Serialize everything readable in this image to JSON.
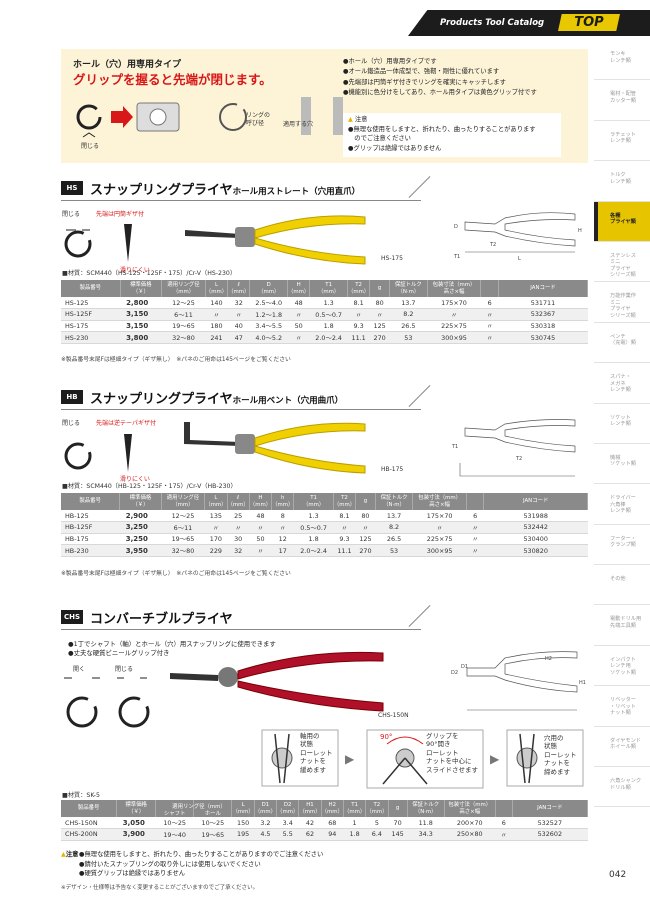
{
  "header": {
    "catalog_label": "Products Tool Catalog",
    "logo": "TOP"
  },
  "sidebar": {
    "items": [
      {
        "label": "モンキ\nレンチ類"
      },
      {
        "label": "電材・配管\nカッター類"
      },
      {
        "label": "ラチェット\nレンチ類"
      },
      {
        "label": "トルク\nレンチ類"
      },
      {
        "label": "各種\nプライヤ類",
        "active": true
      },
      {
        "label": "ステンレス\nミニ\nプライヤ\nシリーズ類"
      },
      {
        "label": "万能作業作\nミニ\nプライヤ\nシリーズ類"
      },
      {
        "label": "ペンチ\n（充電）類"
      },
      {
        "label": "スパナ・\nメガネ\nレンチ類"
      },
      {
        "label": "ソケット\nレンチ類"
      },
      {
        "label": "機械\nソケット類"
      },
      {
        "label": "ドライバー\n六角棒\nレンチ類"
      },
      {
        "label": "フーター・\nクランプ類"
      },
      {
        "label": "その他"
      },
      {
        "label": "電動ドリル用\n先端工具類"
      },
      {
        "label": "インパクト\nレンチ用\nソケット類"
      },
      {
        "label": "リベッター\n・リベット\nナット類"
      },
      {
        "label": "ダイヤモンド\nホイール類"
      },
      {
        "label": "六角シャンク\nドリル類"
      }
    ]
  },
  "intro": {
    "subtitle": "ホール（穴）用専用タイプ",
    "headline": "グリップを握ると先端が閉じます。",
    "close_label": "閉じる",
    "ring_label": "リングの\n呼び径",
    "hole_label": "適用する穴",
    "bullets": [
      "●ホール（穴）用専用タイプです",
      "●オール鍛造品一体成型で、強靭・剛性に優れています",
      "●先端部は円筒ギザ付きでリングを確実にキャッチします",
      "●機能別に色分けをしてあり、ホール用タイプは黄色グリップ付です"
    ],
    "caution_title": "注意",
    "caution_items": [
      "●無理な使用をしますと、折れたり、曲ったりすることがあります\n　のでご注意ください",
      "●グリップは絶縁ではありません"
    ]
  },
  "hs": {
    "tag": "HS",
    "title": "スナップリングプライヤ",
    "title_small": "ホール用ストレート（穴用直爪）",
    "close_label": "閉じる",
    "tip_label": "先端は円筒ギザ付",
    "slip_label": "滑りにくい",
    "model_caption": "HS-175",
    "material": "■材質：SCM440（HS-125・125F・175）/Cr-V（HS-230）",
    "headers": [
      "製品番号",
      "標準価格\n（￥）",
      "適用リング径\n（mm）",
      "L\n（mm）",
      "ℓ\n（mm）",
      "D\n（mm）",
      "H\n（mm）",
      "T1\n（mm）",
      "T2\n（mm）",
      "g",
      "保証トルク\n（N·m）",
      "包装寸法（mm）\n高さ×幅",
      "",
      "JANコード"
    ],
    "rows": [
      [
        "HS-125",
        "2,800",
        "12〜25",
        "140",
        "32",
        "2.5〜4.0",
        "48",
        "1.3",
        "8.1",
        "80",
        "13.7",
        "175×70",
        "6",
        "531711"
      ],
      [
        "HS-125F",
        "3,150",
        "6〜11",
        "〃",
        "〃",
        "1.2〜1.8",
        "〃",
        "0.5〜0.7",
        "〃",
        "〃",
        "8.2",
        "〃",
        "〃",
        "532367"
      ],
      [
        "HS-175",
        "3,150",
        "19〜65",
        "180",
        "40",
        "3.4〜5.5",
        "50",
        "1.8",
        "9.3",
        "125",
        "26.5",
        "225×75",
        "〃",
        "530318"
      ],
      [
        "HS-230",
        "3,800",
        "32〜80",
        "241",
        "47",
        "4.0〜5.2",
        "〃",
        "2.0〜2.4",
        "11.1",
        "270",
        "53",
        "300×95",
        "〃",
        "530745"
      ]
    ],
    "note": "※製品番号末尾Fは極細タイプ（ギザ無し）　※パネのご用命は145ページをご覧ください"
  },
  "hb": {
    "tag": "HB",
    "title": "スナップリングプライヤ",
    "title_small": "ホール用ベント（穴用曲爪）",
    "close_label": "閉じる",
    "tip_label": "先端は逆テーパギザ付",
    "slip_label": "滑りにくい",
    "model_caption": "HB-175",
    "material": "■材質：SCM440（HB-125・125F・175）/Cr-V（HB-230）",
    "headers": [
      "製品番号",
      "標準価格\n（￥）",
      "適用リング径\n（mm）",
      "L\n（mm）",
      "ℓ\n（mm）",
      "H\n（mm）",
      "h\n（mm）",
      "T1\n（mm）",
      "T2\n（mm）",
      "g",
      "保証トルク\n（N·m）",
      "包装寸法（mm）\n高さ×幅",
      "",
      "JANコード"
    ],
    "rows": [
      [
        "HB-125",
        "2,900",
        "12〜25",
        "135",
        "25",
        "48",
        "8",
        "1.3",
        "8.1",
        "80",
        "13.7",
        "175×70",
        "6",
        "531988"
      ],
      [
        "HB-125F",
        "3,250",
        "6〜11",
        "〃",
        "〃",
        "〃",
        "〃",
        "0.5〜0.7",
        "〃",
        "〃",
        "8.2",
        "〃",
        "〃",
        "532442"
      ],
      [
        "HB-175",
        "3,250",
        "19〜65",
        "170",
        "30",
        "50",
        "12",
        "1.8",
        "9.3",
        "125",
        "26.5",
        "225×75",
        "〃",
        "530400"
      ],
      [
        "HB-230",
        "3,950",
        "32〜80",
        "229",
        "32",
        "〃",
        "17",
        "2.0〜2.4",
        "11.1",
        "270",
        "53",
        "300×95",
        "〃",
        "530820"
      ]
    ],
    "note": "※製品番号末尾Fは極細タイプ（ギザ無し）　※パネのご用命は145ページをご覧ください"
  },
  "chs": {
    "tag": "CHS",
    "title": "コンバーチブルプライヤ",
    "bullets": [
      "●1丁でシャフト（軸）とホール（穴）用スナップリングに使用できます",
      "●丈夫な硬質ビニールグリップ付き"
    ],
    "open_label": "開く",
    "close_label": "閉じる",
    "model_caption": "CHS-150N",
    "step1": "軸用の\n状態\nローレット\nナットを\n緩めます",
    "step2_angle": "90°",
    "step2": "グリップを\n90°開き\nローレット\nナットを中心に\nスライドさせます",
    "step3": "穴用の\n状態\nローレット\nナットを\n締めます",
    "material": "■材質：SK-5",
    "headers": [
      "製品番号",
      "標準価格\n（￥）",
      "シャフト",
      "ホール",
      "L\n（mm）",
      "D1\n（mm）",
      "D2\n（mm）",
      "H1\n（mm）",
      "H2\n（mm）",
      "T1\n（mm）",
      "T2\n（mm）",
      "g",
      "保証トルク\n（N·m）",
      "包装寸法（mm）\n高さ×幅",
      "",
      "JANコード"
    ],
    "group_header": "適用リング径（mm）",
    "rows": [
      [
        "CHS-150N",
        "3,050",
        "10〜25",
        "10〜25",
        "150",
        "3.2",
        "3.4",
        "42",
        "68",
        "1",
        "5",
        "70",
        "11.8",
        "200×70",
        "6",
        "532527"
      ],
      [
        "CHS-200N",
        "3,900",
        "19〜40",
        "19〜65",
        "195",
        "4.5",
        "5.5",
        "62",
        "94",
        "1.8",
        "6.4",
        "145",
        "34.3",
        "250×80",
        "〃",
        "532602"
      ]
    ],
    "caution_label": "注意",
    "caution_items": [
      "●無理な使用をしますと、折れたり、曲ったりすることがありますのでご注意ください",
      "●錆付いたスナップリングの取り外しには使用しないでください",
      "●硬質グリップは絶縁ではありません"
    ]
  },
  "footnote": "※デザイン・仕様等は予告なく変更することがございますのでご了承ください。",
  "page_number": "042",
  "colors": {
    "accent": "#e6c400",
    "red": "#d81818",
    "dark": "#1c1c1c",
    "table_header": "#8a8a8a",
    "intro_bg": "#fdf4d8"
  }
}
